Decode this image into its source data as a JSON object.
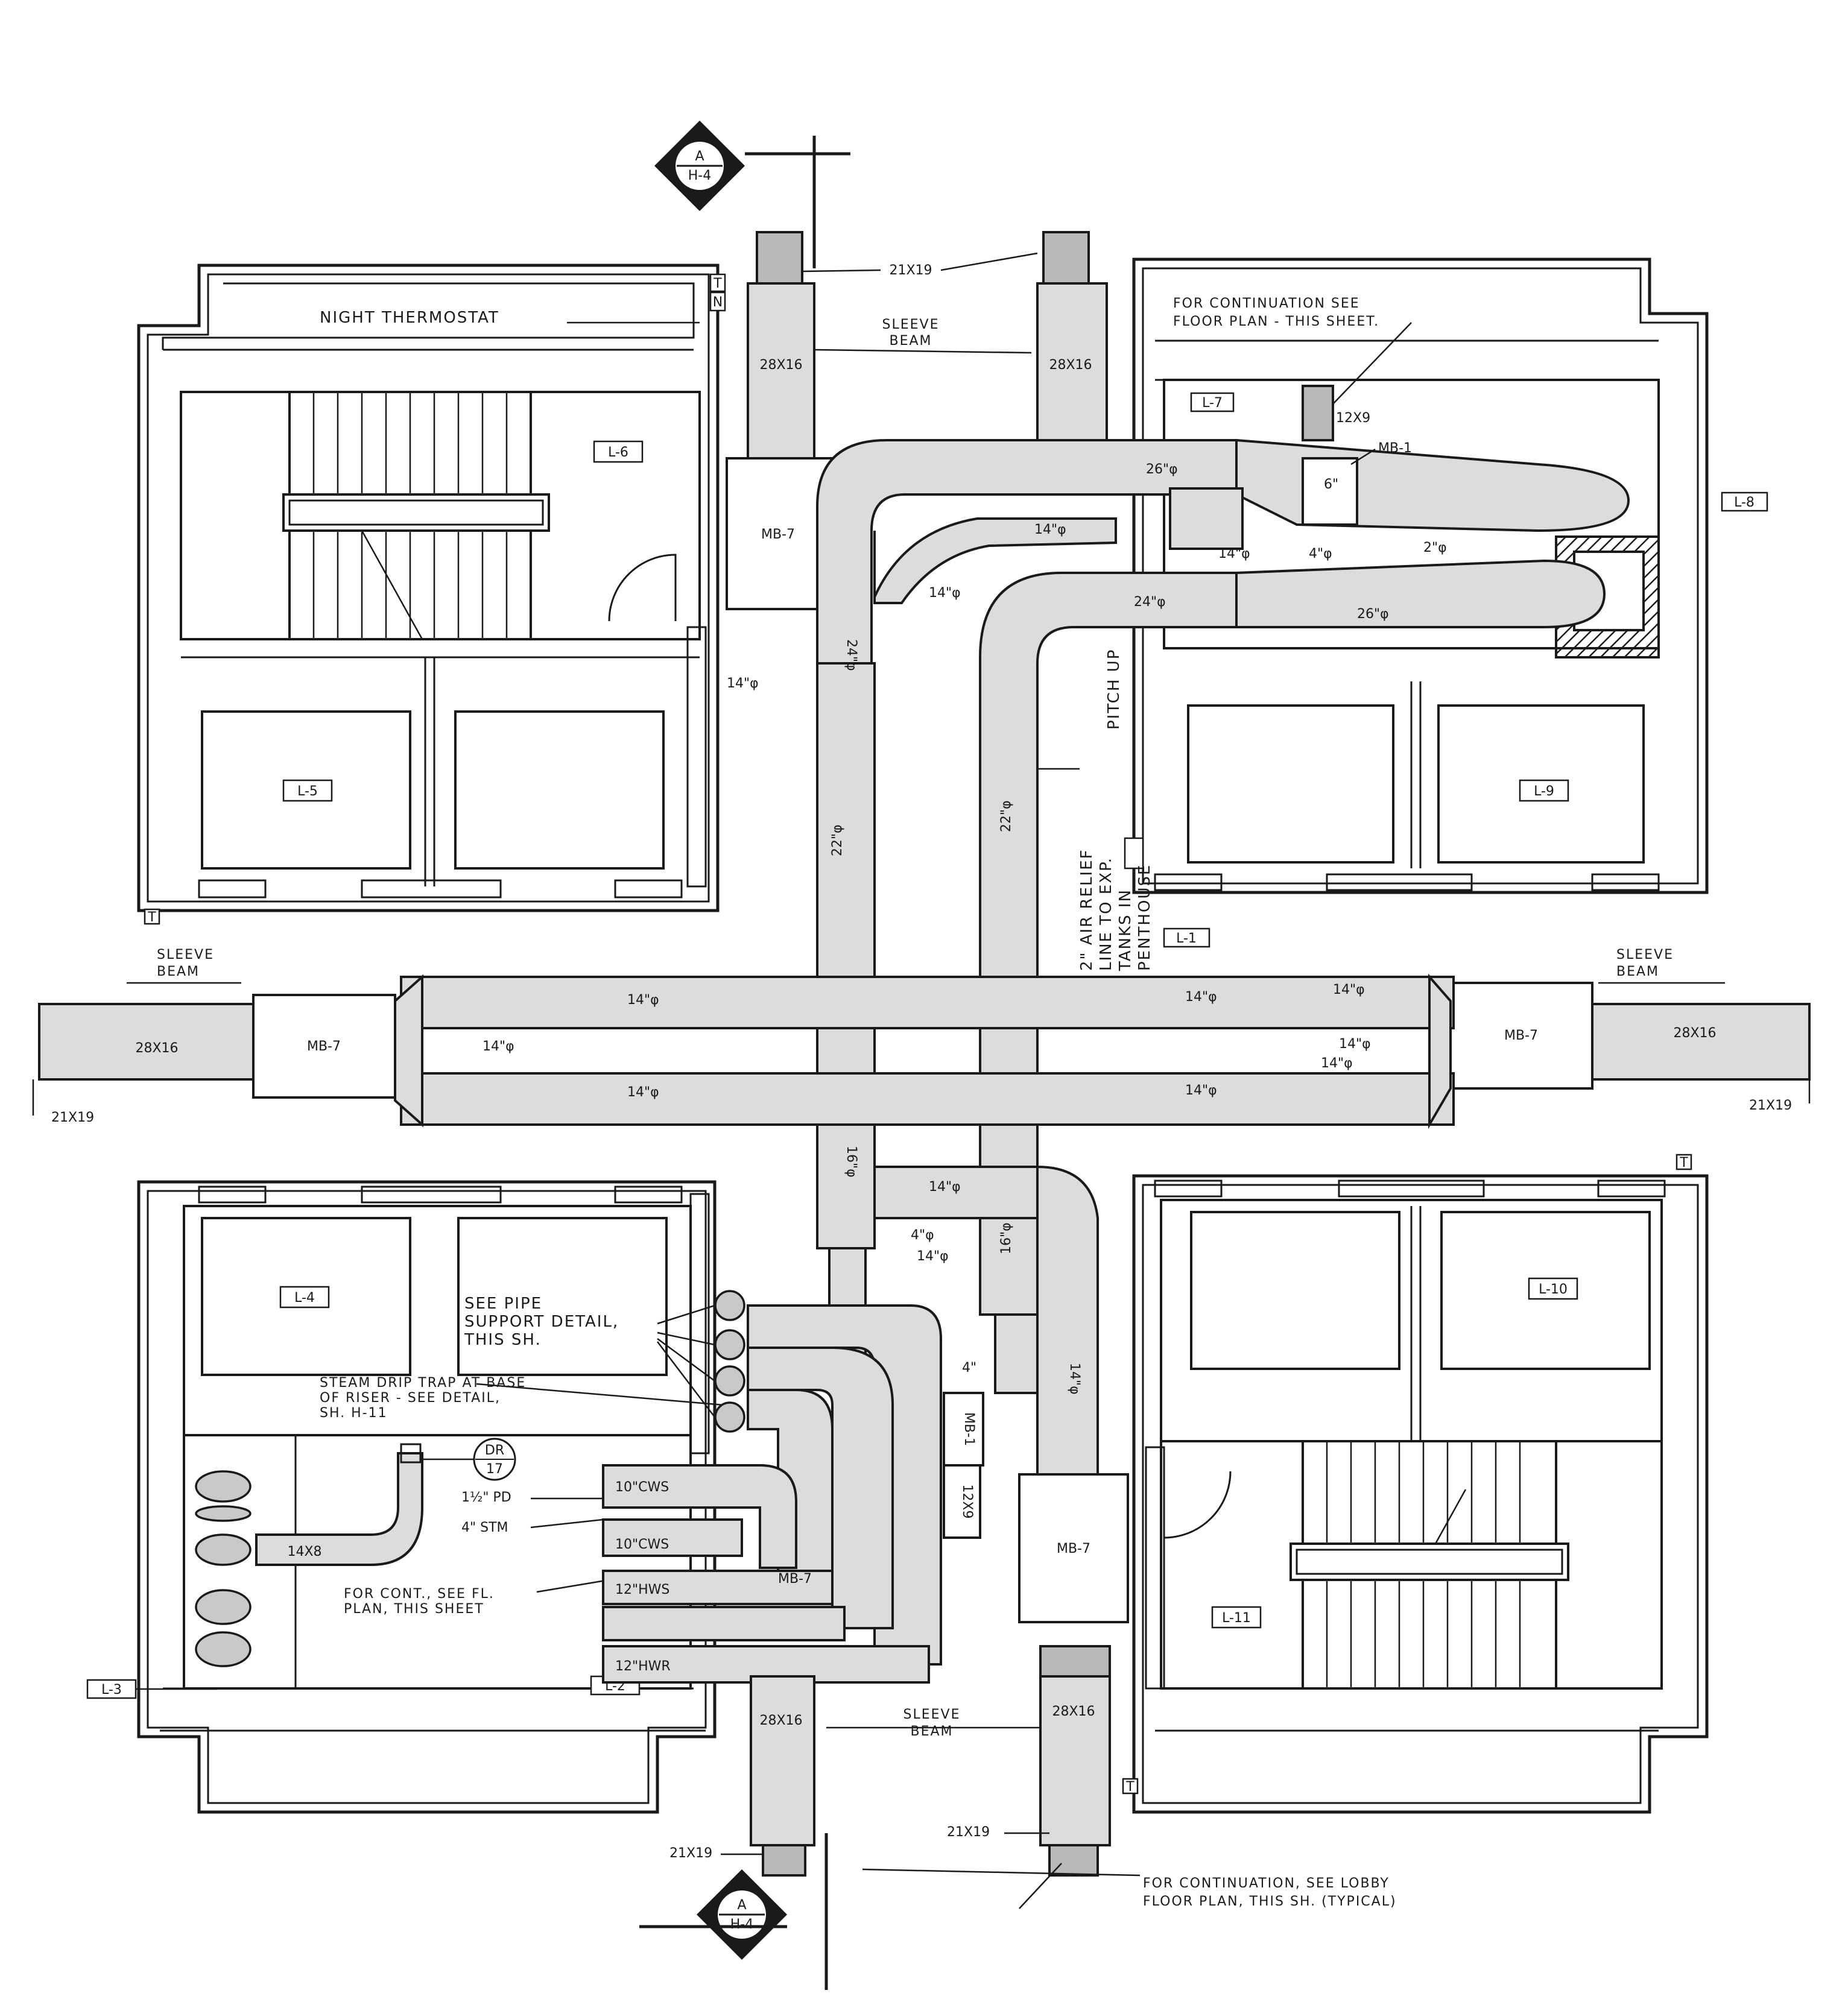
{
  "section_markers": {
    "top": {
      "letter": "A",
      "sheet": "H-4"
    },
    "bottom": {
      "letter": "A",
      "sheet": "H-4"
    }
  },
  "notes": {
    "night_thermostat": "NIGHT THERMOSTAT",
    "for_continuation_see_line1": "FOR CONTINUATION SEE",
    "for_continuation_see_line2": "FLOOR PLAN - THIS SHEET.",
    "sleeve_beam_line1": "SLEEVE",
    "sleeve_beam_line2": "BEAM",
    "pitch_up": "PITCH UP",
    "air_relief_line1": "2\" AIR RELIEF",
    "air_relief_line2": "LINE TO EXP.",
    "air_relief_line3": "TANKS IN",
    "air_relief_line4": "PENTHOUSE",
    "see_pipe_line1": "SEE PIPE",
    "see_pipe_line2": "SUPPORT DETAIL,",
    "see_pipe_line3": "THIS SH.",
    "steam_drip_line1": "STEAM DRIP TRAP AT BASE",
    "steam_drip_line2": "OF RISER - SEE DETAIL,",
    "steam_drip_line3": "SH. H-11",
    "for_cont_line1": "FOR CONT., SEE FL.",
    "for_cont_line2": "PLAN, THIS SHEET",
    "lobby_line1": "FOR CONTINUATION, SEE LOBBY",
    "lobby_line2": "FLOOR PLAN, THIS SH. (TYPICAL)"
  },
  "room_tags": {
    "l1": "L-1",
    "l2": "L-2",
    "l3": "L-3",
    "l4": "L-4",
    "l5": "L-5",
    "l6": "L-6",
    "l7": "L-7",
    "l8": "L-8",
    "l9": "L-9",
    "l10": "L-10",
    "l11": "L-11"
  },
  "equipment": {
    "mb7": "MB-7",
    "mb1": "MB-1",
    "dr_top": "DR",
    "dr_bottom": "17",
    "t_mark": "T",
    "n_mark": "N"
  },
  "duct_sizes": {
    "s21x19": "21X19",
    "s28x16": "28X16",
    "s12x9": "12X9",
    "s14x8": "14X8",
    "d26": "26\"φ",
    "d26b": "26\"φ",
    "d24": "24\"φ",
    "d24v": "24\"φ",
    "d22": "22\"φ",
    "d22b": "22\"φ",
    "d16": "16\"φ",
    "d16b": "16\"φ",
    "d14": "14\"φ",
    "d4": "4\"φ",
    "d4b": "4\"",
    "d2": "2\"φ",
    "d14b": "14\"φ",
    "d14c": "14\"φ",
    "d14d": "14\"φ",
    "d14e": "14\"φ",
    "d14f": "14\"φ",
    "d14g": "14\"φ",
    "d14h": "14\"φ",
    "d14i": "14\"φ",
    "d14j": "14\"φ",
    "d14k": "14\"φ",
    "d14l": "14\"φ",
    "d4c": "4\"φ",
    "d14m": "14\"φ",
    "d14n": "14\"φ",
    "d6": "6\"",
    "d14o": "14\"φ"
  },
  "pipes": {
    "cws1": "10\"CWS",
    "cws2": "10\"CWS",
    "hws": "12\"HWS",
    "hwr": "12\"HWR",
    "pd": "1½\" PD",
    "stm": "4\" STM"
  }
}
